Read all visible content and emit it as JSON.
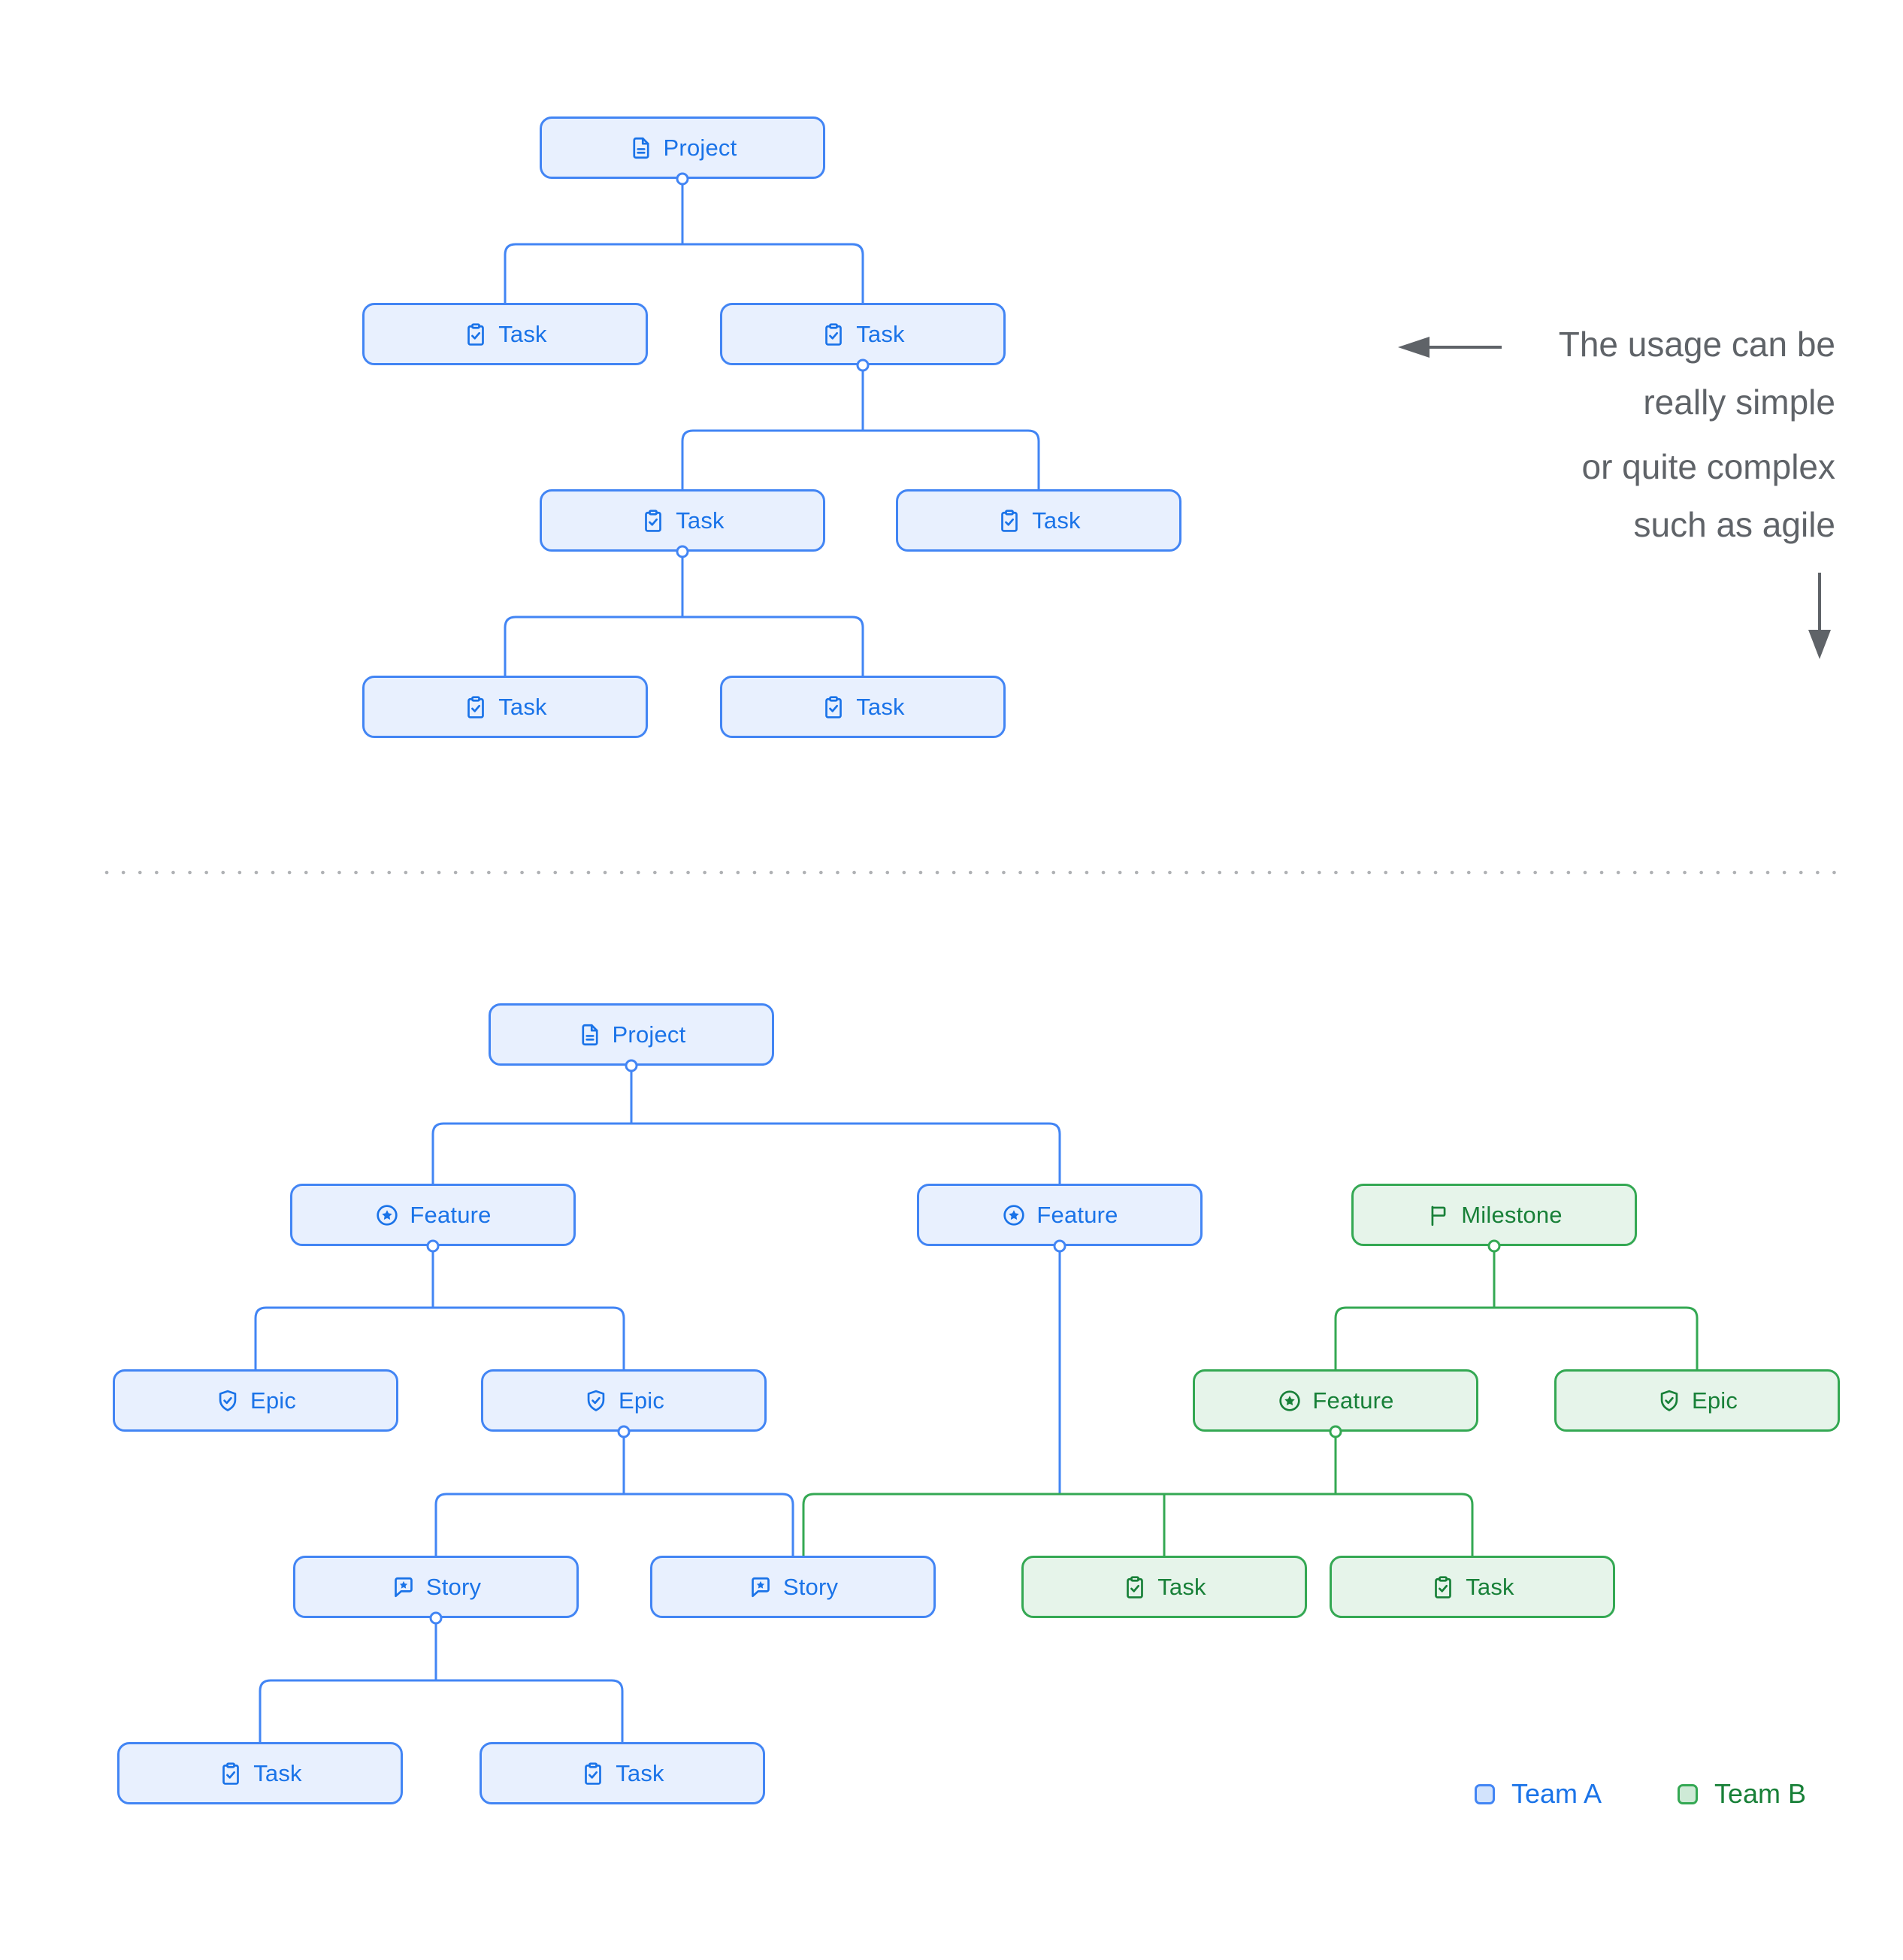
{
  "diagram_simple": {
    "nodes": [
      {
        "type": "project",
        "label": "Project",
        "icon": "document-icon",
        "team": "A"
      },
      {
        "type": "task",
        "label": "Task",
        "icon": "clipboard-check-icon",
        "team": "A"
      },
      {
        "type": "task",
        "label": "Task",
        "icon": "clipboard-check-icon",
        "team": "A"
      },
      {
        "type": "task",
        "label": "Task",
        "icon": "clipboard-check-icon",
        "team": "A"
      },
      {
        "type": "task",
        "label": "Task",
        "icon": "clipboard-check-icon",
        "team": "A"
      },
      {
        "type": "task",
        "label": "Task",
        "icon": "clipboard-check-icon",
        "team": "A"
      },
      {
        "type": "task",
        "label": "Task",
        "icon": "clipboard-check-icon",
        "team": "A"
      }
    ]
  },
  "annotation": {
    "lines": [
      "The usage can be",
      "really simple",
      "or quite complex",
      "such as agile"
    ]
  },
  "diagram_complex": {
    "nodes": [
      {
        "type": "project",
        "label": "Project",
        "icon": "document-icon",
        "team": "A"
      },
      {
        "type": "feature",
        "label": "Feature",
        "icon": "feature-star-icon",
        "team": "A"
      },
      {
        "type": "feature",
        "label": "Feature",
        "icon": "feature-star-icon",
        "team": "A"
      },
      {
        "type": "milestone",
        "label": "Milestone",
        "icon": "milestone-flag-icon",
        "team": "B"
      },
      {
        "type": "epic",
        "label": "Epic",
        "icon": "epic-shield-icon",
        "team": "A"
      },
      {
        "type": "epic",
        "label": "Epic",
        "icon": "epic-shield-icon",
        "team": "A"
      },
      {
        "type": "feature",
        "label": "Feature",
        "icon": "feature-star-icon",
        "team": "B"
      },
      {
        "type": "epic",
        "label": "Epic",
        "icon": "epic-shield-icon",
        "team": "B"
      },
      {
        "type": "story",
        "label": "Story",
        "icon": "story-comment-icon",
        "team": "A"
      },
      {
        "type": "story",
        "label": "Story",
        "icon": "story-comment-icon",
        "team": "A"
      },
      {
        "type": "task",
        "label": "Task",
        "icon": "clipboard-check-icon",
        "team": "B"
      },
      {
        "type": "task",
        "label": "Task",
        "icon": "clipboard-check-icon",
        "team": "B"
      },
      {
        "type": "task",
        "label": "Task",
        "icon": "clipboard-check-icon",
        "team": "A"
      },
      {
        "type": "task",
        "label": "Task",
        "icon": "clipboard-check-icon",
        "team": "A"
      }
    ]
  },
  "legend": {
    "team_a_label": "Team A",
    "team_b_label": "Team B"
  },
  "colors": {
    "team_a_border": "#4285f4",
    "team_a_text": "#1a73e8",
    "team_a_fill": "#e8f0fe",
    "team_b_border": "#34a853",
    "team_b_text": "#188038",
    "team_b_fill": "#e6f4ea",
    "annotation_text": "#5f6368",
    "divider_dots": "#b0b2b5"
  }
}
